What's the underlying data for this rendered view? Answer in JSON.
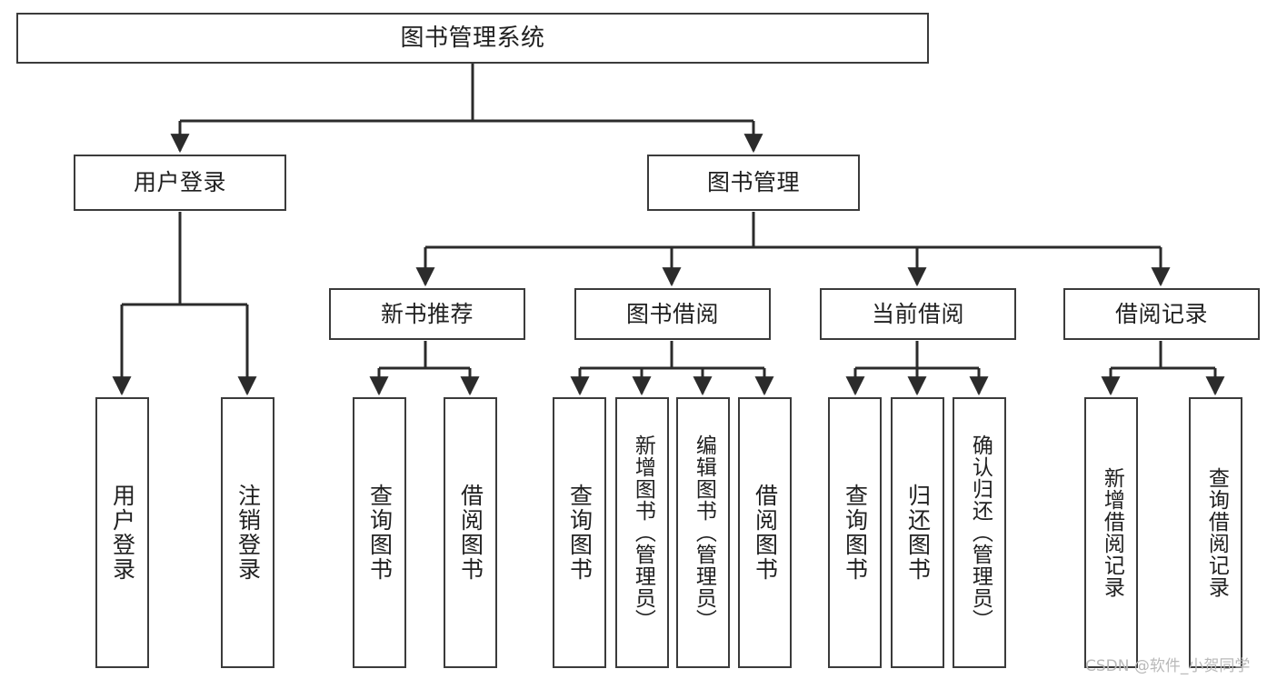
{
  "diagram": {
    "title": "图书管理系统",
    "type": "tree-structure-chart",
    "watermark": "CSDN @软件_小贺同学",
    "colors": {
      "background": "#ffffff",
      "box_stroke": "#3b3b3b",
      "edge_stroke": "#2b2b2b",
      "text": "#202020",
      "watermark": "#b9b9b9"
    },
    "levels": {
      "root": {
        "label": "图书管理系统"
      },
      "level1": [
        {
          "id": "user-login",
          "label": "用户登录"
        },
        {
          "id": "book-manage",
          "label": "图书管理"
        }
      ],
      "level2": [
        {
          "id": "new-book-rec",
          "label": "新书推荐",
          "parent": "book-manage"
        },
        {
          "id": "book-borrow",
          "label": "图书借阅",
          "parent": "book-manage"
        },
        {
          "id": "current-borrow",
          "label": "当前借阅",
          "parent": "book-manage"
        },
        {
          "id": "borrow-record",
          "label": "借阅记录",
          "parent": "book-manage"
        }
      ],
      "leaves": [
        {
          "id": "leaf-user-login",
          "label": "用户登录",
          "parent": "user-login"
        },
        {
          "id": "leaf-user-logout",
          "label": "注销登录",
          "parent": "user-login"
        },
        {
          "id": "leaf-rec-query",
          "label": "查询图书",
          "parent": "new-book-rec"
        },
        {
          "id": "leaf-rec-borrow",
          "label": "借阅图书",
          "parent": "new-book-rec"
        },
        {
          "id": "leaf-borrow-query",
          "label": "查询图书",
          "parent": "book-borrow"
        },
        {
          "id": "leaf-borrow-add",
          "label": "新增图书（管理员）",
          "parent": "book-borrow"
        },
        {
          "id": "leaf-borrow-edit",
          "label": "编辑图书（管理员）",
          "parent": "book-borrow"
        },
        {
          "id": "leaf-borrow-take",
          "label": "借阅图书",
          "parent": "book-borrow"
        },
        {
          "id": "leaf-cur-query",
          "label": "查询图书",
          "parent": "current-borrow"
        },
        {
          "id": "leaf-cur-return",
          "label": "归还图书",
          "parent": "current-borrow"
        },
        {
          "id": "leaf-cur-confirm",
          "label": "确认归还（管理员）",
          "parent": "current-borrow"
        },
        {
          "id": "leaf-rec-add",
          "label": "新增借阅记录",
          "parent": "borrow-record"
        },
        {
          "id": "leaf-rec-search",
          "label": "查询借阅记录",
          "parent": "borrow-record"
        }
      ]
    }
  }
}
